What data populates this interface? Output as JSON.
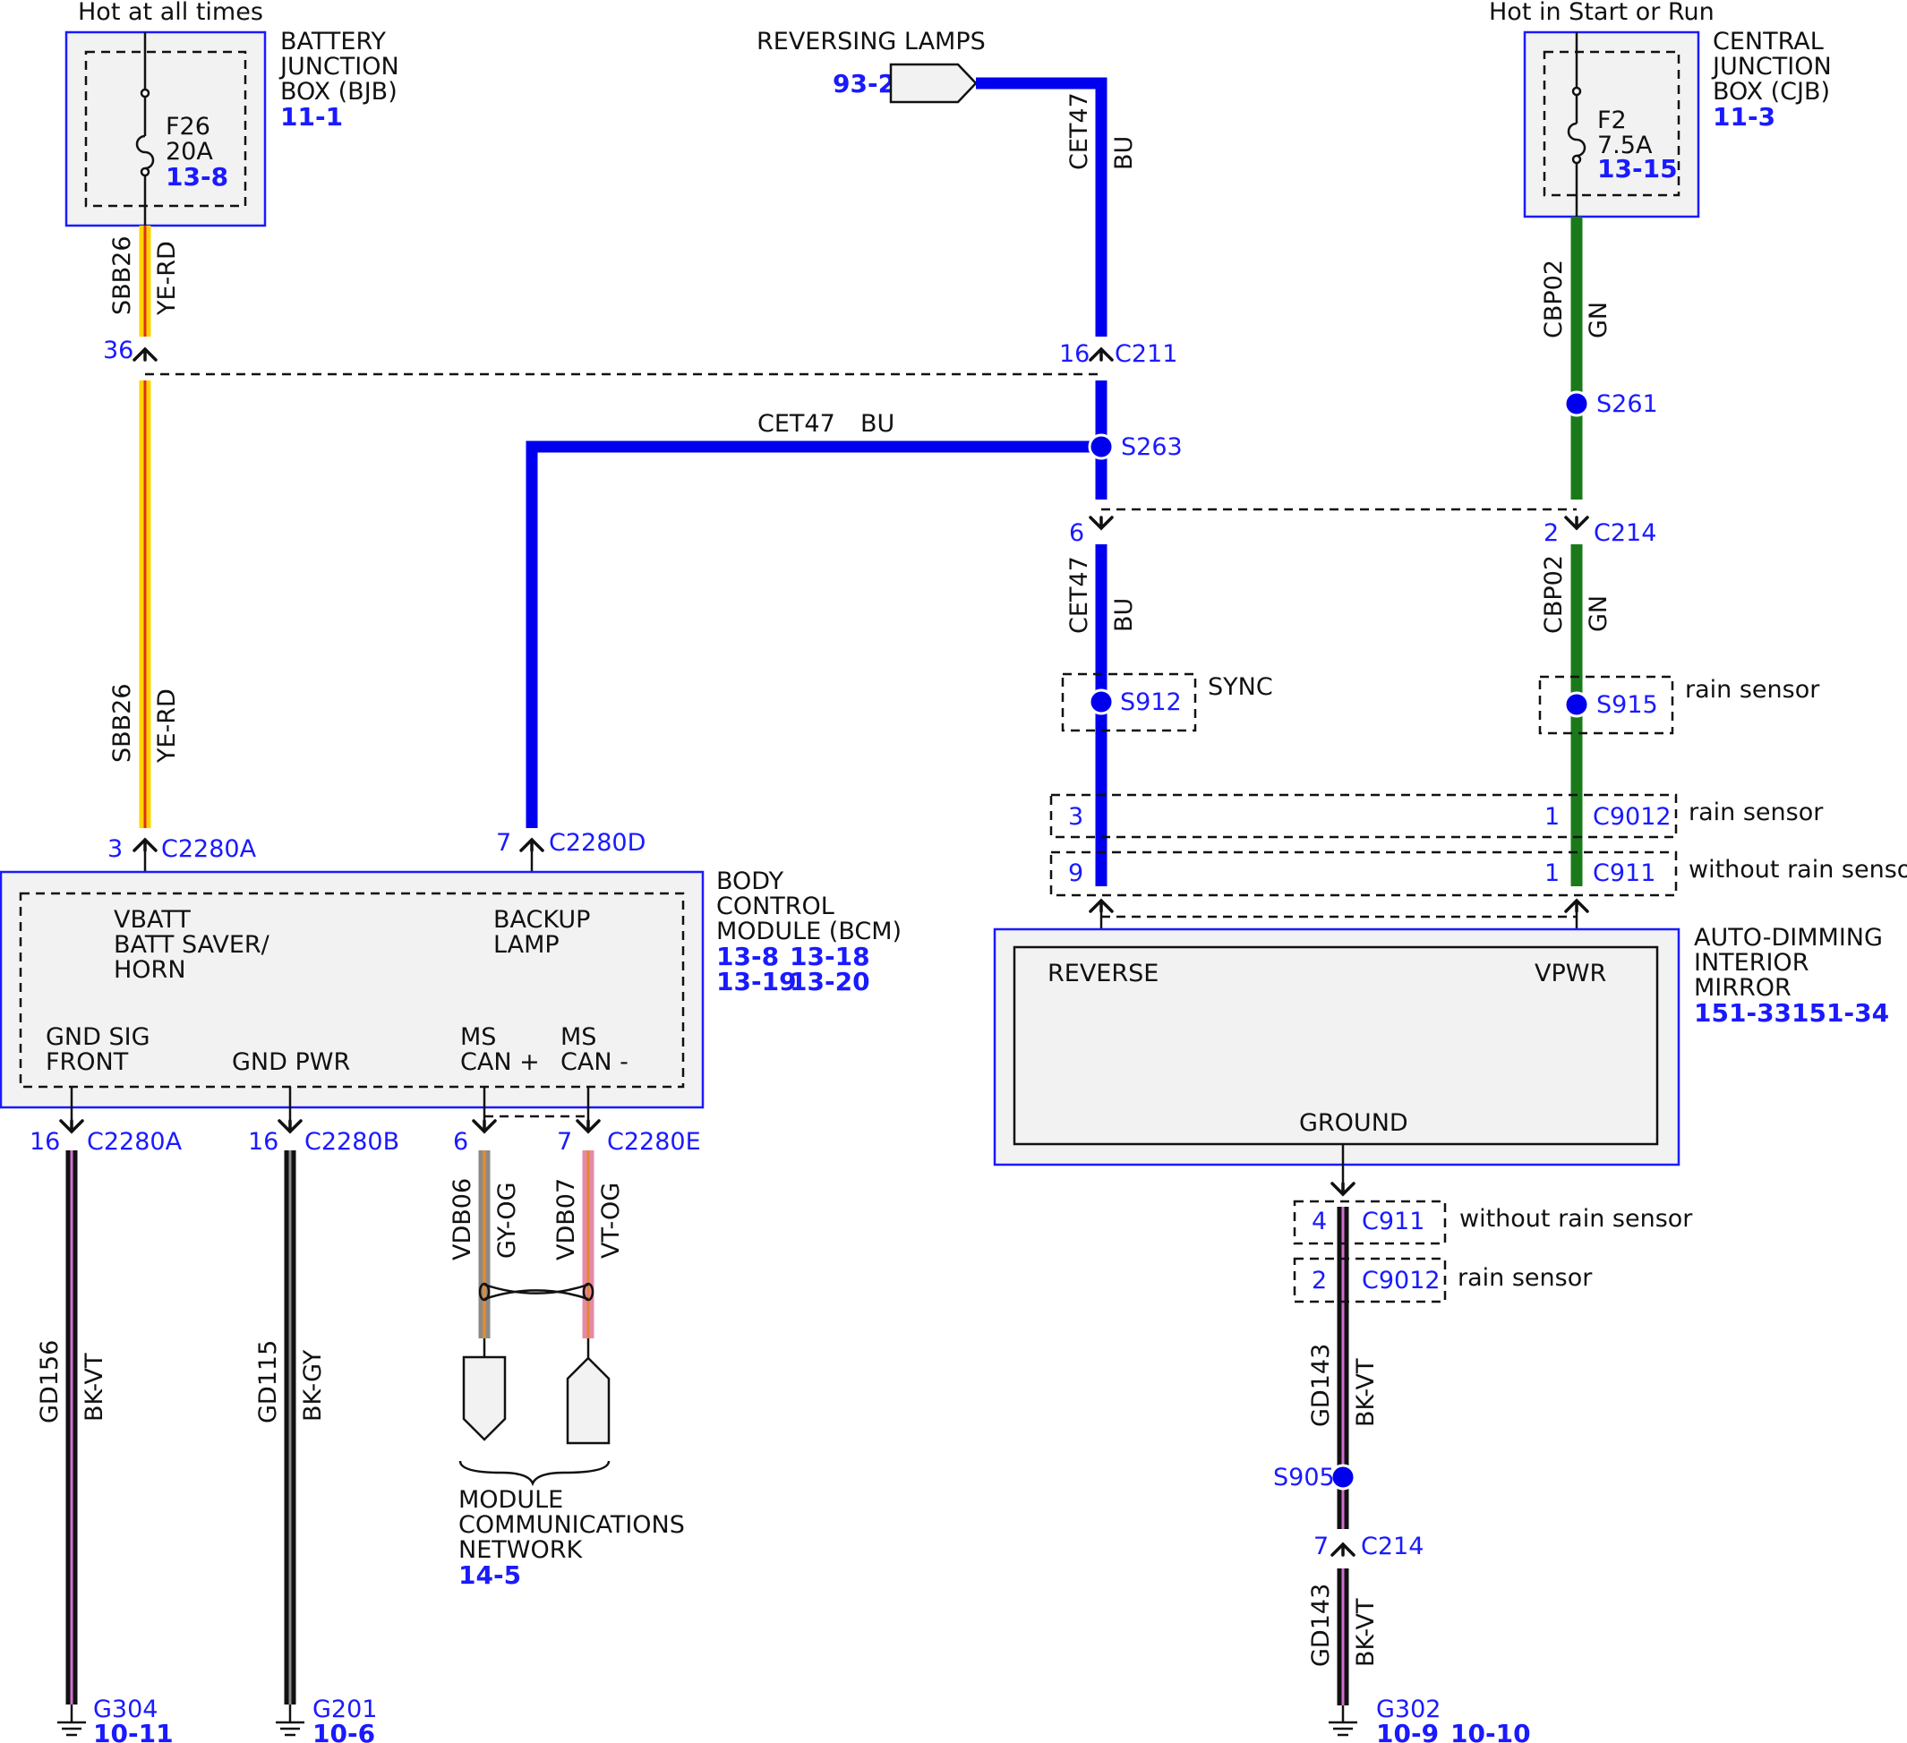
{
  "supplies": {
    "left": "Hot at all times",
    "right": "Hot in Start or Run"
  },
  "bjb": {
    "title": [
      "BATTERY",
      "JUNCTION",
      "BOX (BJB)"
    ],
    "ref": "11-1",
    "fuse_id": "F26",
    "fuse_rating": "20A",
    "fuse_ref": "13-8"
  },
  "cjb": {
    "title": [
      "CENTRAL",
      "JUNCTION",
      "BOX (CJB)"
    ],
    "ref": "11-3",
    "fuse_id": "F2",
    "fuse_rating": "7.5A",
    "fuse_ref": "13-15"
  },
  "reversing": {
    "label": "REVERSING LAMPS",
    "ref": "93-2"
  },
  "wires": {
    "sbb26": {
      "circuit": "SBB26",
      "color": "YE-RD"
    },
    "cet47": {
      "circuit": "CET47",
      "color": "BU"
    },
    "cbp02": {
      "circuit": "CBP02",
      "color": "GN"
    },
    "gd156": {
      "circuit": "GD156",
      "color": "BK-VT"
    },
    "gd115": {
      "circuit": "GD115",
      "color": "BK-GY"
    },
    "vdb06": {
      "circuit": "VDB06",
      "color": "GY-OG"
    },
    "vdb07": {
      "circuit": "VDB07",
      "color": "VT-OG"
    },
    "gd143": {
      "circuit": "GD143",
      "color": "BK-VT"
    }
  },
  "connectors": {
    "c211": {
      "pin": "16",
      "name": "C211"
    },
    "c214a": {
      "pin": "6",
      "pin2": "2",
      "name": "C214"
    },
    "c2280a": {
      "pin": "3",
      "name": "C2280A"
    },
    "c2280d": {
      "pin": "7",
      "name": "C2280D"
    },
    "c9012": {
      "pin": "3",
      "pin2": "1",
      "name": "C9012",
      "note": "rain sensor"
    },
    "c911": {
      "pin": "9",
      "pin2": "1",
      "name": "C911",
      "note": "without rain sensor"
    },
    "gndsig": {
      "pin": "16",
      "name": "C2280A"
    },
    "gndpwr": {
      "pin": "16",
      "name": "C2280B"
    },
    "can": {
      "pin": "6",
      "pin2": "7",
      "name": "C2280E"
    },
    "mirror_c911": {
      "pin": "4",
      "name": "C911",
      "note": "without rain sensor"
    },
    "mirror_c9012": {
      "pin": "2",
      "name": "C9012",
      "note": "rain sensor"
    },
    "c214b": {
      "pin": "7",
      "name": "C214"
    },
    "s36": {
      "pin": "36"
    }
  },
  "splices": {
    "s261": "S261",
    "s263": "S263",
    "s912": "S912",
    "s912_note": "SYNC",
    "s915": "S915",
    "s915_note": "rain sensor",
    "s905": "S905"
  },
  "bcm": {
    "title": [
      "BODY",
      "CONTROL",
      "MODULE (BCM)"
    ],
    "refs": [
      "13-8",
      "13-18",
      "13-19",
      "13-20"
    ],
    "vbatt": [
      "VBATT",
      "BATT SAVER/",
      "HORN"
    ],
    "backup": [
      "BACKUP",
      "LAMP"
    ],
    "gnd_sig": [
      "GND SIG",
      "FRONT"
    ],
    "gnd_pwr": "GND PWR",
    "ms_can_plus": [
      "MS",
      "CAN +"
    ],
    "ms_can_minus": [
      "MS",
      "CAN -"
    ]
  },
  "mirror": {
    "title": [
      "AUTO-DIMMING",
      "INTERIOR",
      "MIRROR"
    ],
    "refs": "151-33151-34",
    "reverse": "REVERSE",
    "vpwr": "VPWR",
    "ground": "GROUND"
  },
  "network": {
    "title": [
      "MODULE",
      "COMMUNICATIONS",
      "NETWORK"
    ],
    "ref": "14-5"
  },
  "grounds": {
    "g304": {
      "name": "G304",
      "ref": "10-11"
    },
    "g201": {
      "name": "G201",
      "ref": "10-6"
    },
    "g302": {
      "name": "G302",
      "refs": [
        "10-9",
        "10-10"
      ]
    }
  },
  "colors": {
    "blue_wire": "#0000ee",
    "green_wire": "#1a7a1a",
    "yellow_wire": "#ffd400",
    "red_stripe": "#e0301e",
    "black_wire": "#111111",
    "violet_stripe": "#d070d0",
    "gray_stripe": "#8a8a8a",
    "orange_stripe": "#e08a30",
    "pink_stripe": "#e888a8",
    "accent": "#1a1aff"
  }
}
